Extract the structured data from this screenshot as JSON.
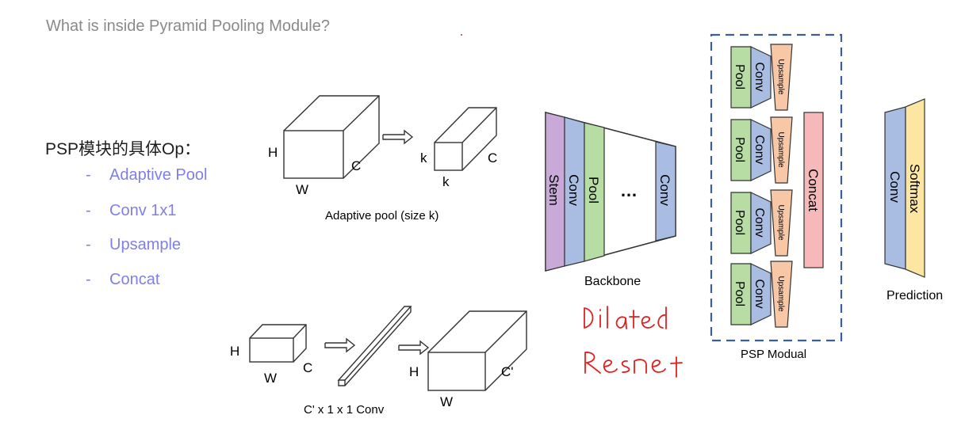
{
  "title": "What is inside Pyramid Pooling Module?",
  "ops": {
    "heading": "PSP模块的具体Op：",
    "items": [
      {
        "dash": "-",
        "label": "Adaptive Pool"
      },
      {
        "dash": "-",
        "label": "Conv 1x1"
      },
      {
        "dash": "-",
        "label": "Upsample"
      },
      {
        "dash": "-",
        "label": "Concat"
      }
    ]
  },
  "adaptive_pool": {
    "caption": "Adaptive pool (size k)",
    "input": {
      "h": "H",
      "w": "W",
      "c": "C"
    },
    "output": {
      "k_left": "k",
      "k_bottom": "k",
      "c": "C"
    }
  },
  "conv_1x1": {
    "caption": "C' x 1 x 1  Conv",
    "input": {
      "h": "H",
      "w": "W",
      "c": "C"
    },
    "output": {
      "h": "H",
      "w": "W",
      "c": "C'"
    }
  },
  "backbone": {
    "label": "Backbone",
    "layers": [
      "Stem",
      "Conv",
      "Pool",
      "Conv"
    ],
    "ellipsis": "…",
    "handwritten_note": [
      "Dilated",
      "Resnet"
    ]
  },
  "psp_module": {
    "label": "PSP Modual",
    "branch_blocks": [
      "Pool",
      "Conv",
      "Upsample"
    ],
    "branch_count": 4,
    "concat_label": "Concat"
  },
  "prediction": {
    "label": "Prediction",
    "layers": [
      "Conv",
      "Softmax"
    ]
  },
  "colors": {
    "purple": "#c9a9d8",
    "blue": "#a9bde3",
    "green": "#b7dca4",
    "orange": "#f8c7a6",
    "pink": "#f6b8b8",
    "yellow": "#fde6a2",
    "dashed_border": "#3b5f96",
    "handwriting": "#e02020",
    "bullet_text": "#7f7fe6"
  }
}
